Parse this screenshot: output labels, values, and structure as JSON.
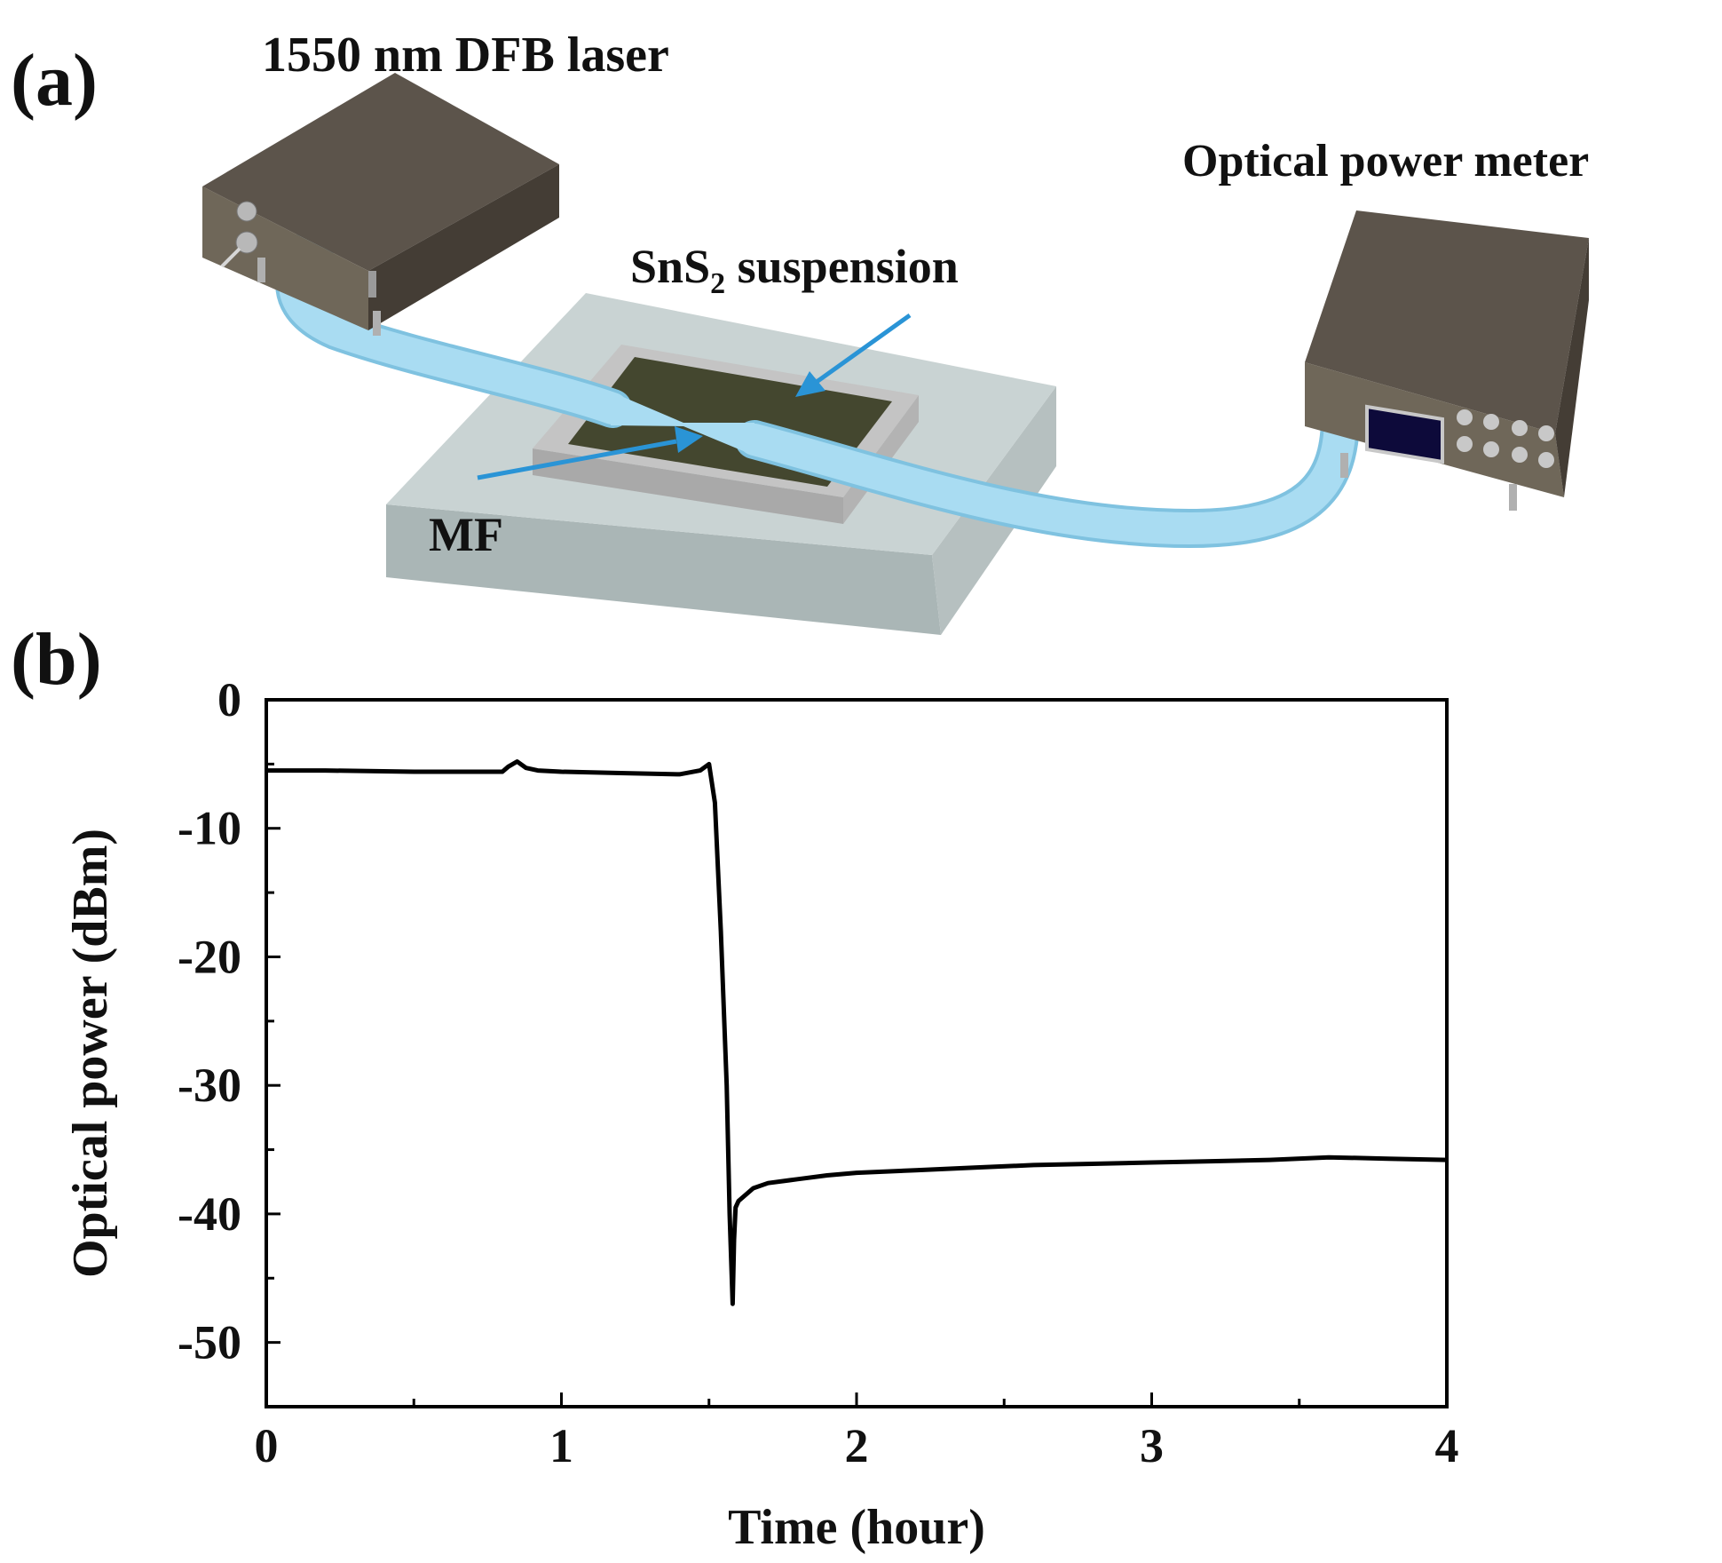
{
  "panel_a": {
    "label": "(a)",
    "laser_label": "1550 nm DFB laser",
    "meter_label": "Optical power meter",
    "suspension_label_main": "SnS",
    "suspension_label_sub": "2",
    "suspension_label_rest": " suspension",
    "fiber_label": "MF",
    "colors": {
      "device_top": "#5c544b",
      "device_front": "#6f6759",
      "device_side": "#443d35",
      "fiber": "#a9dcf2",
      "substrate": "#c9d3d3",
      "frame": "#c4c4c4",
      "liquid": "#44472f",
      "arrow": "#2a94d6"
    }
  },
  "panel_b": {
    "label": "(b)"
  },
  "chart_data": {
    "type": "line",
    "xlabel": "Time (hour)",
    "ylabel": "Optical power (dBm)",
    "xlim": [
      0,
      4
    ],
    "ylim": [
      -55,
      0
    ],
    "xticks": [
      0,
      1,
      2,
      3,
      4
    ],
    "yticks": [
      0,
      -10,
      -20,
      -30,
      -40,
      -50
    ],
    "xtick_labels": [
      "0",
      "1",
      "2",
      "3",
      "4"
    ],
    "ytick_labels": [
      "0",
      "-10",
      "-20",
      "-30",
      "-40",
      "-50"
    ],
    "grid": false,
    "line_color": "#000000",
    "series": [
      {
        "x": [
          0,
          0.2,
          0.5,
          0.8,
          0.82,
          0.85,
          0.88,
          0.92,
          1.0,
          1.2,
          1.4,
          1.47,
          1.5,
          1.52,
          1.54,
          1.56,
          1.57,
          1.58,
          1.585,
          1.59,
          1.6,
          1.65,
          1.7,
          1.8,
          1.9,
          2.0,
          2.2,
          2.4,
          2.6,
          2.8,
          3.0,
          3.2,
          3.4,
          3.6,
          3.8,
          4.0
        ],
        "y": [
          -5.5,
          -5.5,
          -5.6,
          -5.6,
          -5.2,
          -4.8,
          -5.3,
          -5.5,
          -5.6,
          -5.7,
          -5.8,
          -5.5,
          -5.0,
          -8,
          -18,
          -30,
          -40,
          -47,
          -42,
          -39.5,
          -39,
          -38,
          -37.6,
          -37.3,
          -37,
          -36.8,
          -36.6,
          -36.4,
          -36.2,
          -36.1,
          -36.0,
          -35.9,
          -35.8,
          -35.6,
          -35.7,
          -35.8
        ]
      }
    ]
  }
}
